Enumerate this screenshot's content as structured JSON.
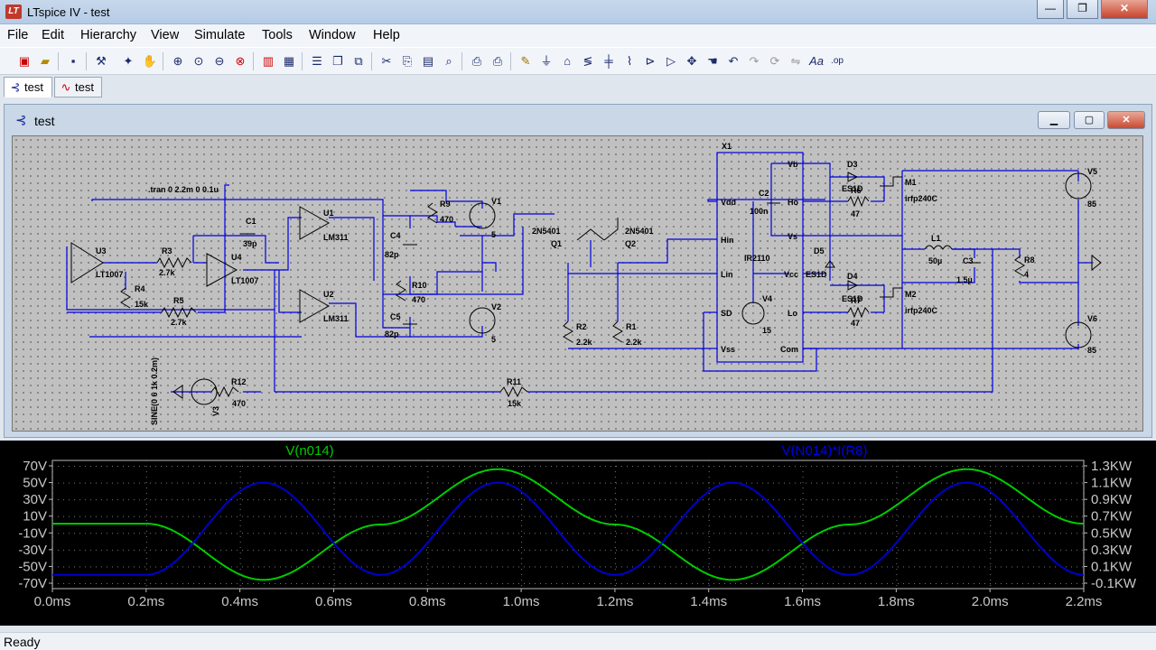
{
  "window": {
    "title": "LTspice IV - test",
    "minimize": "—",
    "maximize": "❐",
    "close": "✕"
  },
  "menu": [
    "File",
    "Edit",
    "Hierarchy",
    "View",
    "Simulate",
    "Tools",
    "Window",
    "Help"
  ],
  "toolbar": {
    "icons": [
      "control-panel-icon",
      "open-icon",
      "save-icon",
      "hammer-icon",
      "run-icon",
      "pan-icon",
      "zoom-in-icon",
      "zoom-out-all-icon",
      "zoom-out-icon",
      "zoom-cancel-icon",
      "autoscale-icon",
      "delete-trace-icon",
      "tile-icon",
      "cascade-icon",
      "close-all-icon",
      "cut-icon",
      "copy-icon",
      "paste-icon",
      "find-icon",
      "print-setup-icon",
      "print-icon",
      "wire-icon",
      "ground-icon",
      "label-icon",
      "resistor-icon",
      "capacitor-icon",
      "inductor-icon",
      "diode-icon",
      "component-icon",
      "move-icon",
      "drag-icon",
      "undo-icon",
      "redo-icon",
      "rotate-icon",
      "mirror-icon",
      "text-icon",
      "spice-directive-icon"
    ]
  },
  "tabs": [
    {
      "label": "test",
      "icon": "schematic-icon"
    },
    {
      "label": "test",
      "icon": "waveform-icon"
    }
  ],
  "schematic_window": {
    "title": "test"
  },
  "schematic": {
    "directive": ".tran 0 2.2m 0 0.1u",
    "source": "SINE(0 6 1k 0.2m)",
    "parts": {
      "U3": "U3",
      "LT1007a": "LT1007",
      "U4": "U4",
      "LT1007b": "LT1007",
      "R3": "R3",
      "R3v": "2.7k",
      "R4": "R4",
      "R4v": "15k",
      "R5": "R5",
      "R5v": "2.7k",
      "C1": "C1",
      "C1v": "39p",
      "U1": "U1",
      "LM311a": "LM311",
      "U2": "U2",
      "LM311b": "LM311",
      "C4": "C4",
      "C4v": "82p",
      "C5": "C5",
      "C5v": "82p",
      "R9": "R9",
      "R9v": "470",
      "R10": "R10",
      "R10v": "470",
      "V1": "V1",
      "V1v": "5",
      "V2": "V2",
      "V2v": "5",
      "Q1": "Q1",
      "Q1t": "2N5401",
      "Q2": "Q2",
      "Q2t": "2N5401",
      "R2": "R2",
      "R2v": "2.2k",
      "R1": "R1",
      "R1v": "2.2k",
      "X1": "X1",
      "IR2110": "IR2110",
      "Vdd": "Vdd",
      "Hin": "Hin",
      "Lin": "Lin",
      "SD": "SD",
      "Vss": "Vss",
      "Vb": "Vb",
      "Ho": "Ho",
      "Vs": "Vs",
      "Vcc": "Vcc",
      "Lo": "Lo",
      "Com": "Com",
      "C2": "C2",
      "C2v": "100n",
      "V4": "V4",
      "V4v": "15",
      "D3": "D3",
      "D3v": "ES1D",
      "D4": "D4",
      "D4v": "ES1D",
      "D5": "D5",
      "D5v": "ES1D",
      "R6": "R6",
      "R6v": "47",
      "R7": "R7",
      "R7v": "47",
      "M1": "M1",
      "M1v": "irfp240C",
      "M2": "M2",
      "M2v": "irfp240C",
      "L1": "L1",
      "L1v": "50µ",
      "C3": "C3",
      "C3v": "1.5µ",
      "R8": "R8",
      "R8v": "4",
      "V5": "V5",
      "V5v": "85",
      "V6": "V6",
      "V6v": "85",
      "R12": "R12",
      "R12v": "470",
      "R11": "R11",
      "R11v": "15k",
      "V3": "V3"
    }
  },
  "waveform": {
    "trace_left_label": "V(n014)",
    "trace_right_label": "V(N014)*I(R8)",
    "left_axis": [
      "70V",
      "50V",
      "30V",
      "10V",
      "-10V",
      "-30V",
      "-50V",
      "-70V"
    ],
    "right_axis": [
      "1.3KW",
      "1.1KW",
      "0.9KW",
      "0.7KW",
      "0.5KW",
      "0.3KW",
      "0.1KW",
      "-0.1KW"
    ],
    "x_axis": [
      "0.0ms",
      "0.2ms",
      "0.4ms",
      "0.6ms",
      "0.8ms",
      "1.0ms",
      "1.2ms",
      "1.4ms",
      "1.6ms",
      "1.8ms",
      "2.0ms",
      "2.2ms"
    ]
  },
  "chart_data": {
    "type": "line",
    "x_unit": "ms",
    "xlim": [
      0,
      2.2
    ],
    "left_ylim": [
      -70,
      70
    ],
    "right_ylim": [
      -0.1,
      1.3
    ],
    "series": [
      {
        "name": "V(n014)",
        "axis": "left",
        "color": "#00cc00",
        "x": [
          0,
          0.2,
          0.45,
          0.7,
          0.95,
          1.2,
          1.45,
          1.7,
          1.95,
          2.2
        ],
        "y": [
          1,
          1,
          -66,
          0,
          66,
          0,
          -66,
          0,
          66,
          1
        ]
      },
      {
        "name": "V(N014)*I(R8)",
        "axis": "right",
        "color": "#0000cc",
        "x": [
          0,
          0.2,
          0.45,
          0.7,
          0.95,
          1.2,
          1.45,
          1.7,
          1.95,
          2.2
        ],
        "y": [
          0,
          0,
          1.1,
          0,
          1.1,
          0,
          1.1,
          0,
          1.1,
          0
        ]
      }
    ]
  },
  "status": {
    "text": "Ready"
  }
}
